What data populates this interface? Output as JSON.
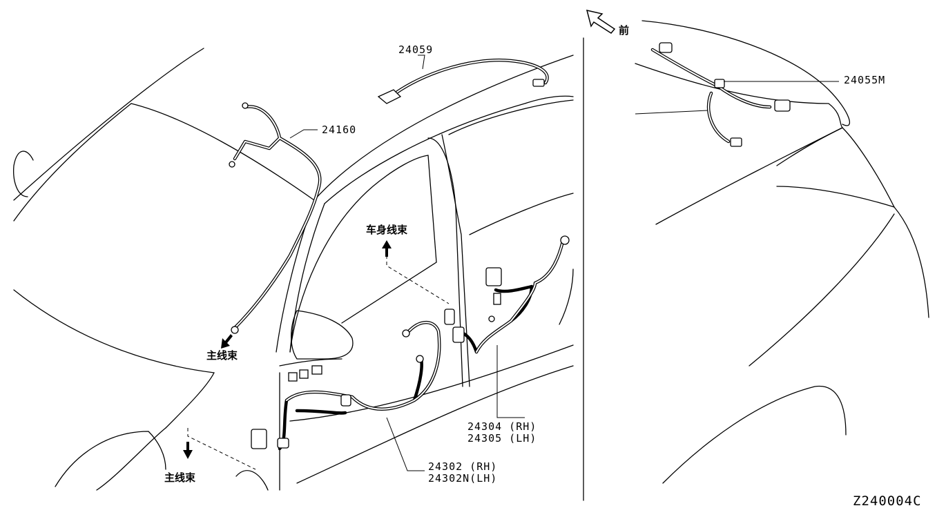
{
  "figure_code": "Z240004C",
  "direction_label": "前",
  "part_labels": {
    "p24059": "24059",
    "p24160": "24160",
    "p24055M": "24055M",
    "p24304": "24304 (RH)",
    "p24305": "24305 (LH)",
    "p24302": "24302 (RH)",
    "p24302N": "24302N(LH)"
  },
  "harness_labels": {
    "body_harness": "车身线束",
    "main_harness_upper": "主线束",
    "main_harness_lower": "主线束"
  }
}
